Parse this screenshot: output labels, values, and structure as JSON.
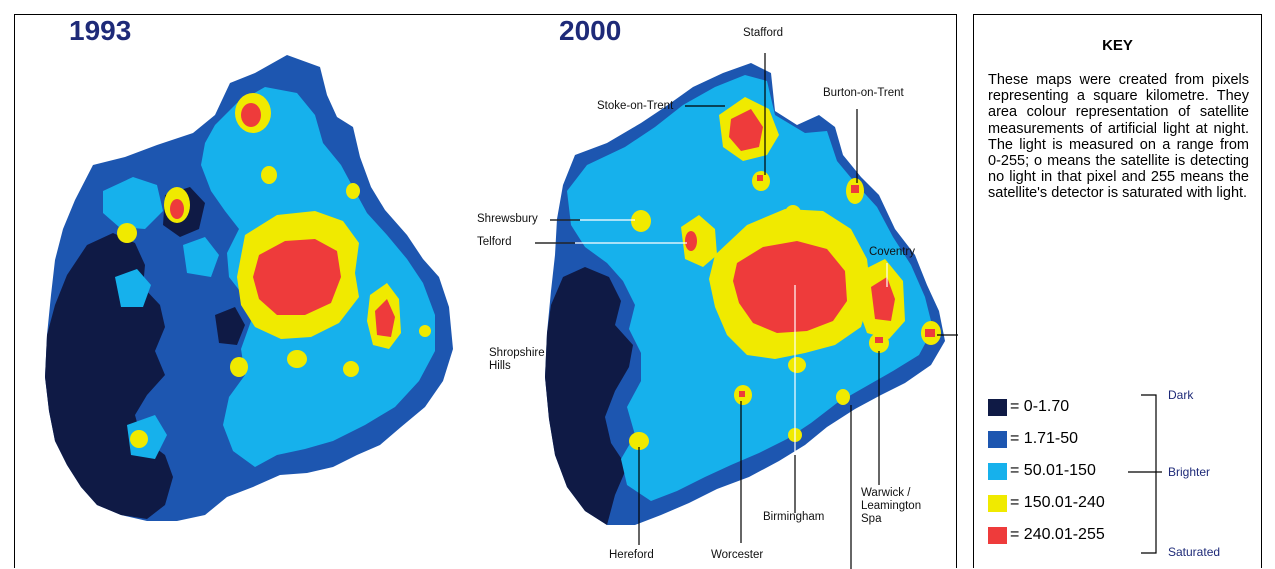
{
  "maps": {
    "year_1993": "1993",
    "year_2000": "2000",
    "towns": {
      "stafford": "Stafford",
      "stoke": "Stoke-on-Trent",
      "burton": "Burton-on-Trent",
      "shrewsbury": "Shrewsbury",
      "telford": "Telford",
      "coventry": "Coventry",
      "shropshire": "Shropshire Hills",
      "hereford": "Hereford",
      "worcester": "Worcester",
      "birmingham": "Birmingham",
      "warwick": "Warwick / Leamington Spa"
    }
  },
  "key": {
    "title": "KEY",
    "description": "These maps were created from pixels representing a square kilometre. They area colour representation of satellite measurements of artificial light at night. The light is measured on a range from 0-255; o means the satellite is detecting no light in that pixel and 255 means the satellite's detector is saturated with light.",
    "legend": [
      {
        "label": "= 0-1.70",
        "color": "#0f1a45"
      },
      {
        "label": "= 1.71-50",
        "color": "#1d56b0"
      },
      {
        "label": "= 50.01-150",
        "color": "#16b1ec"
      },
      {
        "label": "= 150.01-240",
        "color": "#f0ea00"
      },
      {
        "label": "= 240.01-255",
        "color": "#ee3b3b"
      }
    ],
    "groups": {
      "dark": "Dark",
      "brighter": "Brighter",
      "saturated": "Saturated"
    }
  }
}
